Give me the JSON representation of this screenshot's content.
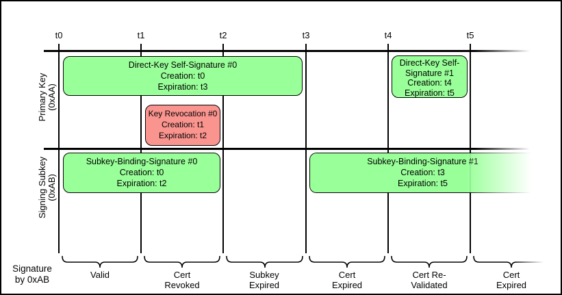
{
  "colors": {
    "valid_fill": "#99FF99",
    "revocation_fill": "#F9948F",
    "line": "#000000",
    "background": "#FFFFFF"
  },
  "timeline": {
    "ticks": [
      "t0",
      "t1",
      "t2",
      "t3",
      "t4",
      "t5"
    ]
  },
  "tracks": {
    "primary_key": {
      "name": "Primary Key",
      "id": "(0xAA)"
    },
    "signing_subkey": {
      "name": "Signing Subkey",
      "id": "(0xAB)"
    }
  },
  "signatures": {
    "direct_key_0": {
      "title": "Direct-Key Self-Signature #0",
      "creation": "Creation: t0",
      "expiration": "Expiration: t3"
    },
    "direct_key_1": {
      "title": "Direct-Key Self-Signature #1",
      "creation": "Creation: t4",
      "expiration": "Expiration: t5"
    },
    "key_revocation_0": {
      "title": "Key Revocation #0",
      "creation": "Creation: t1",
      "expiration": "Expiration: t2"
    },
    "subkey_binding_0": {
      "title": "Subkey-Binding-Signature #0",
      "creation": "Creation: t0",
      "expiration": "Expiration: t2"
    },
    "subkey_binding_1": {
      "title": "Subkey-Binding-Signature #1",
      "creation": "Creation: t3",
      "expiration": "Expiration: t5"
    }
  },
  "phases": [
    {
      "line1": "Valid",
      "line2": ""
    },
    {
      "line1": "Cert",
      "line2": "Revoked"
    },
    {
      "line1": "Subkey",
      "line2": "Expired"
    },
    {
      "line1": "Cert",
      "line2": "Expired"
    },
    {
      "line1": "Cert Re-",
      "line2": "Validated"
    },
    {
      "line1": "Cert",
      "line2": "Expired"
    }
  ],
  "footer": {
    "line1": "Signature",
    "line2": "by 0xAB"
  }
}
